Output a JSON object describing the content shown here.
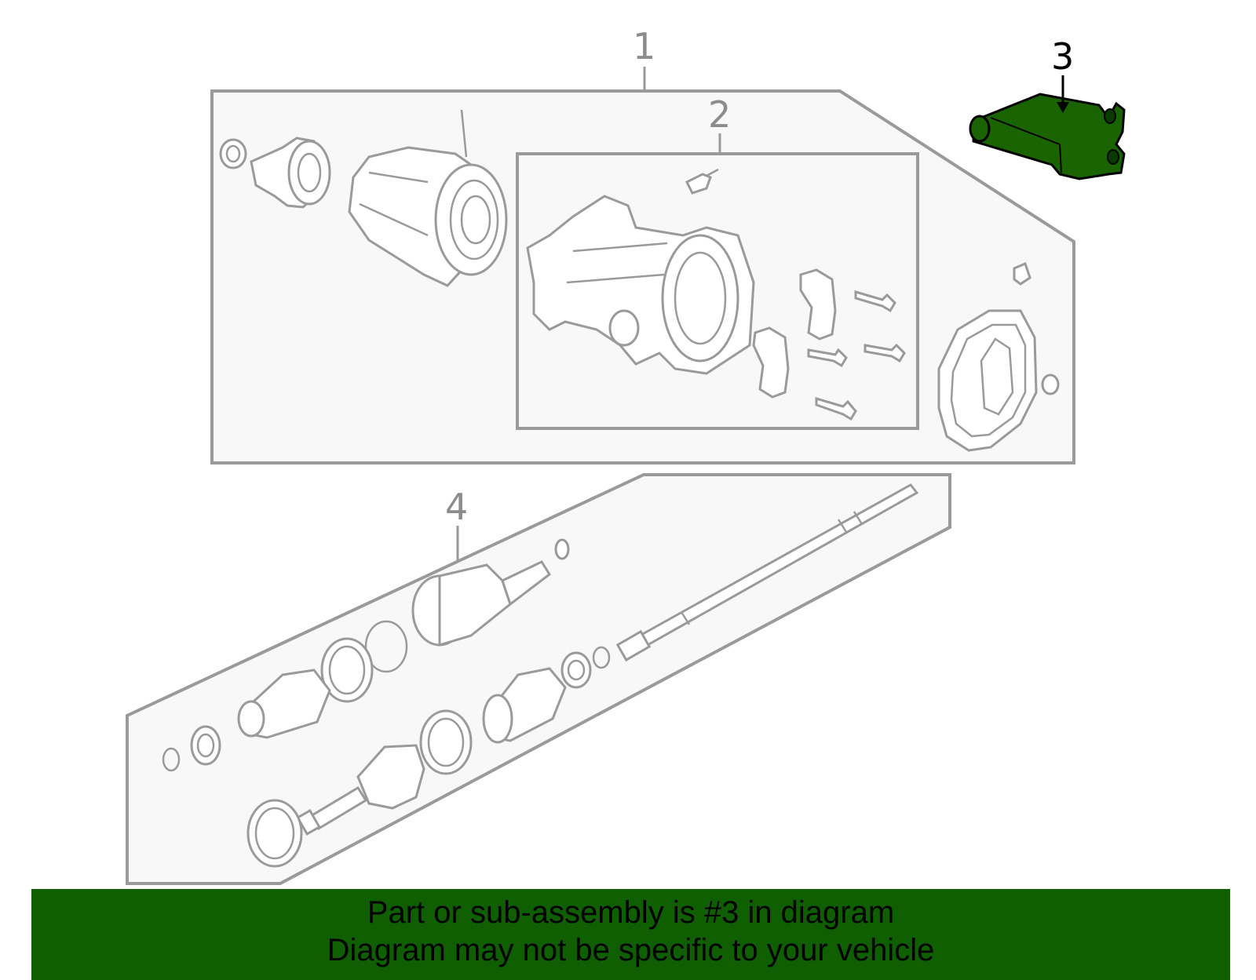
{
  "diagram": {
    "callouts": {
      "c1": "1",
      "c2": "2",
      "c3": "3",
      "c4": "4"
    },
    "highlight_color": "#1a6400",
    "banner_color": "#0f5f00"
  },
  "banner": {
    "line1": "Part or sub-assembly is #3 in diagram",
    "line2": "Diagram may not be specific to your vehicle"
  }
}
